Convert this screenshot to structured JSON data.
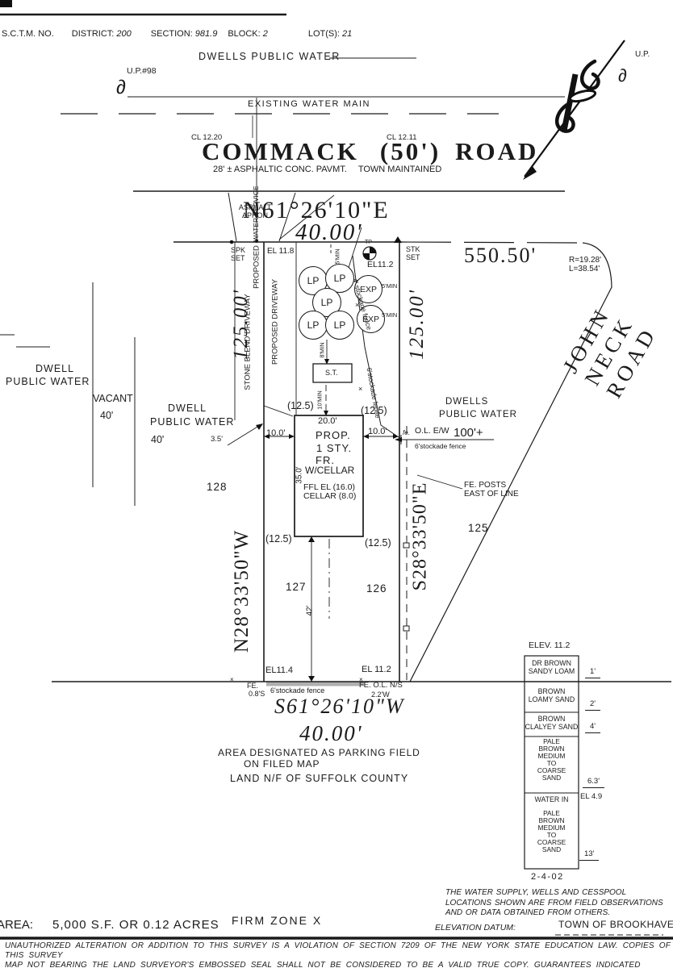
{
  "header": {
    "sctm_label": "S.C.T.M. NO.",
    "district_label": "DISTRICT:",
    "district_value": "200",
    "section_label": "SECTION:",
    "section_value": "981.9",
    "block_label": "BLOCK:",
    "block_value": "2",
    "lots_label": "LOT(S):",
    "lots_value": "21",
    "dwells_public_water": "DWELLS PUBLIC WATER",
    "up_98": "U.P.#98",
    "up_right": "U.P.",
    "pole_symbol": "∂"
  },
  "road": {
    "existing_water_main": "EXISTING WATER MAIN",
    "cl_west": "CL 12.20",
    "cl_east": "CL 12.11",
    "name_west": "COMMACK",
    "row_width": "(50')",
    "name_east": "ROAD",
    "pavement_note": "28' ± ASPHALTIC CONC. PAVMT.",
    "maintained_note": "TOWN MAINTAINED",
    "asphalt_apron": "ASPHALT\nAPRON",
    "water_service": "WATER SERVICE"
  },
  "frontage": {
    "bearing": "N61°26'10\"E",
    "distance": "40.00'",
    "spk_set": "SPK\nSET",
    "el_118": "EL 11.8",
    "stk_set": "STK\nSET",
    "east_distance": "550.50'",
    "well_tp": "TP",
    "well_el": "EL11.2",
    "curve": "R=19.28'\nL=38.54'"
  },
  "john_neck_road": "JOHN NECK ROAD",
  "sides": {
    "proposed": "PROPOSED",
    "stone_blend": "STONE BLEND DRIVEWAY",
    "proposed_driveway": "PROPOSED DRIVEWAY",
    "dim_125_west": "125.00'",
    "dim_125_east": "125.00'",
    "bearing_west": "N28°33'50\"W",
    "bearing_east": "S28°33'50\"E"
  },
  "sanitary": {
    "lp": "LP",
    "exp": "EXP",
    "min5": "5'MIN",
    "min8": "8'MIN",
    "min10": "10'MIN",
    "st": "S.T.",
    "fence4": "4' stockade fence",
    "fence6_diag": "6'stockade fence",
    "x_mark": "×"
  },
  "house": {
    "line1": "PROP.",
    "line2": "1 STY.",
    "line3": "FR.",
    "line4": "W/CELLAR",
    "ffl": "FFL EL (16.0)",
    "cellar": "CELLAR (8.0)",
    "width_top": "20.0'",
    "depth": "35.0'",
    "side_west": "10.0'",
    "side_east": "10.0'",
    "setback_tl": "(12.5)",
    "setback_tr": "(12.5)",
    "setback_bl": "(12.5)",
    "setback_br": "(12.5)",
    "rear": "42'"
  },
  "neighbors": {
    "dwell_far_left_1": "DWELL",
    "dwell_far_left_2": "PUBLIC WATER",
    "vacant": "VACANT",
    "vacant_width": "40'",
    "dwell_left_1": "DWELL",
    "dwell_left_2": "PUBLIC WATER",
    "dwell_left_width": "40'",
    "offset_35": "3.5'",
    "lot_128": "128",
    "lot_127": "127",
    "lot_126": "126",
    "lot_125": "125",
    "dwells_right_1": "DWELLS",
    "dwells_right_2": "PUBLIC WATER",
    "fe_small": "fe.",
    "ol_ew": "O.L. E/W",
    "dist_100": "100'+",
    "fence6_east": "6'stockade fence",
    "fe_posts": "FE. POSTS\nEAST OF LINE"
  },
  "south": {
    "el_114": "EL11.4",
    "el_112": "EL 11.2",
    "fe": "FE.",
    "fe_off": "0.8'S",
    "fence6": "6'stockade fence",
    "fe_ol": "FE. O.L. N/S",
    "fe_ol_off": "2.2'W",
    "bearing": "S61°26'10\"W",
    "distance": "40.00'",
    "parking_1": "AREA DESIGNATED AS PARKING FIELD",
    "parking_2": "ON FILED MAP",
    "suffolk": "LAND N/F OF SUFFOLK COUNTY"
  },
  "soil": {
    "elev": "ELEV. 11.2",
    "water_in": "WATER IN",
    "water_el": "EL 4.9",
    "date": "2-4-02",
    "layers": [
      {
        "name": "DR BROWN\nSANDY LOAM",
        "depth": "1'"
      },
      {
        "name": "BROWN\nLOAMY SAND",
        "depth": "2'"
      },
      {
        "name": "BROWN\nCLALYEY SAND",
        "depth": "4'"
      },
      {
        "name": "PALE\nBROWN\nMEDIUM\nTO\nCOARSE\nSAND",
        "depth": "6.3'"
      },
      {
        "name": "PALE\nBROWN\nMEDIUM\nTO\nCOARSE\nSAND",
        "depth": "13'"
      }
    ]
  },
  "notes": {
    "water_note": "THE WATER SUPPLY, WELLS AND CESSPOOL\nLOCATIONS SHOWN ARE FROM FIELD OBSERVATIONS\nAND OR DATA OBTAINED FROM OTHERS.",
    "datum_label": "ELEVATION DATUM:",
    "datum_value": "TOWN OF BROOKHAVEN",
    "area_label": "AREA:",
    "area_value": "5,000 S.F. OR 0.12 ACRES",
    "firm_zone": "FIRM ZONE X",
    "disclaimer": "UNAUTHORIZED ALTERATION OR ADDITION TO THIS SURVEY IS A VIOLATION OF SECTION 7209 OF THE NEW YORK STATE EDUCATION LAW.  COPIES OF THIS SURVEY\nMAP NOT BEARING THE LAND SURVEYOR'S EMBOSSED SEAL SHALL NOT BE CONSIDERED TO BE A VALID TRUE COPY.  GUARANTEES INDICATED HEREON SHALL RUN\nONLY TO THE PERSON FOR WHOM THE SURVEY IS PREPARED AND ON HIS BEHALF TO THE TITLE COMPANY, GOVERNMENTAL AGENCY AND LENDING INSTITUTION"
  }
}
